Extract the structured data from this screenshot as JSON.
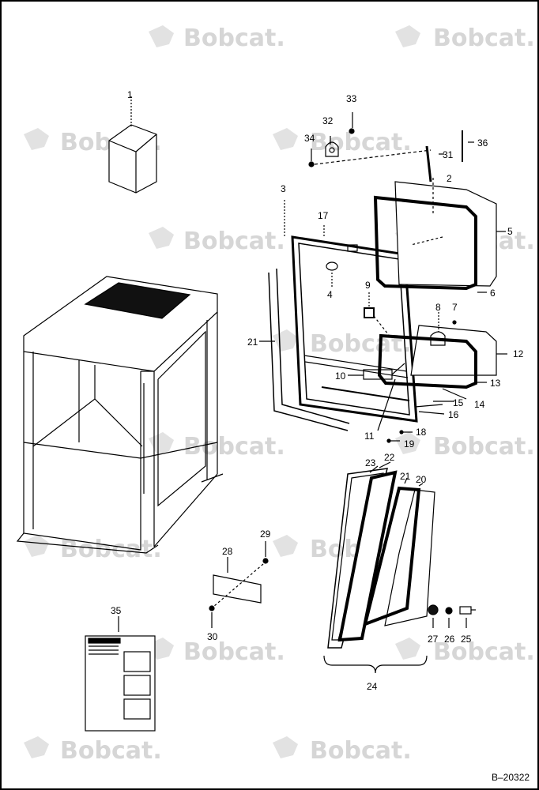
{
  "watermark": {
    "text": "Bobcat."
  },
  "drawing_ref": "B–20322",
  "callouts": {
    "c1": "1",
    "c2": "2",
    "c3": "3",
    "c4": "4",
    "c5": "5",
    "c6": "6",
    "c7": "7",
    "c8": "8",
    "c9": "9",
    "c10": "10",
    "c11": "11",
    "c12": "12",
    "c13": "13",
    "c14": "14",
    "c15": "15",
    "c16": "16",
    "c17": "17",
    "c18": "18",
    "c19": "19",
    "c20": "20",
    "c21a": "21",
    "c21b": "21",
    "c22": "22",
    "c23": "23",
    "c24": "24",
    "c25": "25",
    "c26": "26",
    "c27": "27",
    "c28": "28",
    "c29": "29",
    "c30": "30",
    "c31": "31",
    "c32": "32",
    "c33": "33",
    "c34": "34",
    "c35": "35",
    "c36": "36"
  }
}
